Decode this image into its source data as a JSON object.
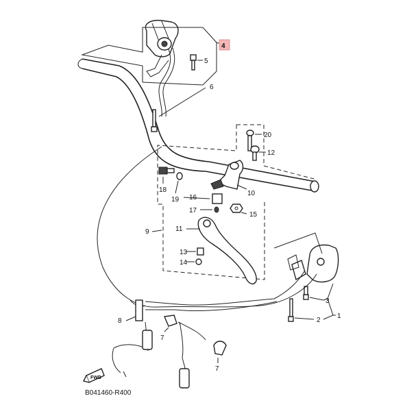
{
  "diagram": {
    "highlight_color": "#f4b6b6",
    "labels": {
      "p1": "1",
      "p2": "2",
      "p3": "3",
      "p4": "4",
      "p5": "5",
      "p6": "6",
      "p7a": "7",
      "p7b": "7",
      "p8": "8",
      "p9": "9",
      "p10": "10",
      "p11": "11",
      "p12": "12",
      "p13": "13",
      "p14": "14",
      "p15": "15",
      "p16": "16",
      "p17": "17",
      "p18": "18",
      "p19": "19",
      "p20": "20"
    },
    "fwd_label": "FWD",
    "reference_code": "B041460-R400"
  }
}
